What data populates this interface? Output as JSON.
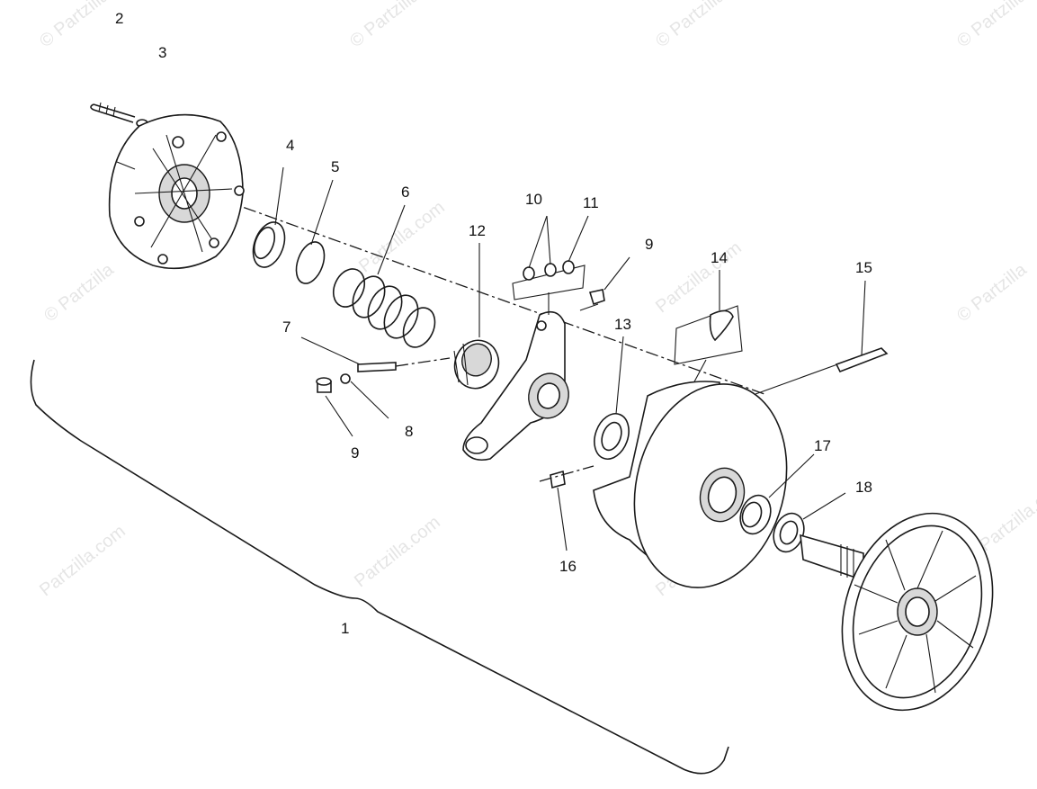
{
  "callouts": {
    "c1": "1",
    "c2": "2",
    "c3": "3",
    "c4": "4",
    "c5": "5",
    "c6": "6",
    "c7": "7",
    "c8": "8",
    "c9a": "9",
    "c9b": "9",
    "c10": "10",
    "c11": "11",
    "c12": "12",
    "c13": "13",
    "c14": "14",
    "c15": "15",
    "c16": "16",
    "c17": "17",
    "c18": "18"
  },
  "watermark": {
    "brand": "© Partzilla",
    "site": "Partzilla.com"
  },
  "colors": {
    "line": "#1a1a1a",
    "background": "#ffffff",
    "watermark": "#a0a0a0"
  }
}
